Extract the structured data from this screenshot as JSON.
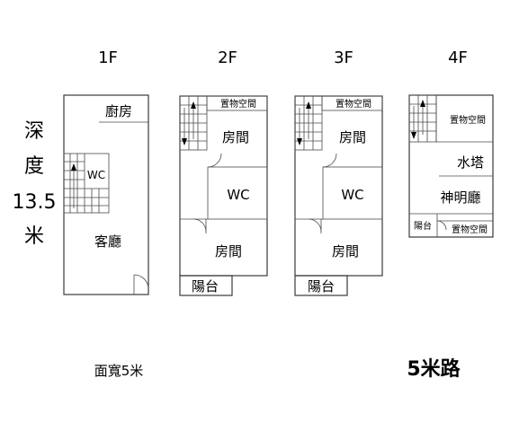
{
  "floors": {
    "f1": {
      "label": "1F",
      "rooms": {
        "kitchen": "廚房",
        "wc": "WC",
        "living": "客廳"
      }
    },
    "f2": {
      "label": "2F",
      "rooms": {
        "storage": "置物空間",
        "room_top": "房間",
        "wc": "WC",
        "room_bottom": "房間",
        "balcony": "陽台"
      }
    },
    "f3": {
      "label": "3F",
      "rooms": {
        "storage": "置物空間",
        "room_top": "房間",
        "wc": "WC",
        "room_bottom": "房間",
        "balcony": "陽台"
      }
    },
    "f4": {
      "label": "4F",
      "rooms": {
        "storage_top": "置物空間",
        "water_tower": "水塔",
        "shrine": "神明廳",
        "balcony": "陽台",
        "storage_bottom": "置物空間"
      }
    }
  },
  "depth": {
    "line1": "深",
    "line2": "度",
    "value": "13.5",
    "unit": "米"
  },
  "width_label": "面寬5米",
  "road_label": "5米路"
}
